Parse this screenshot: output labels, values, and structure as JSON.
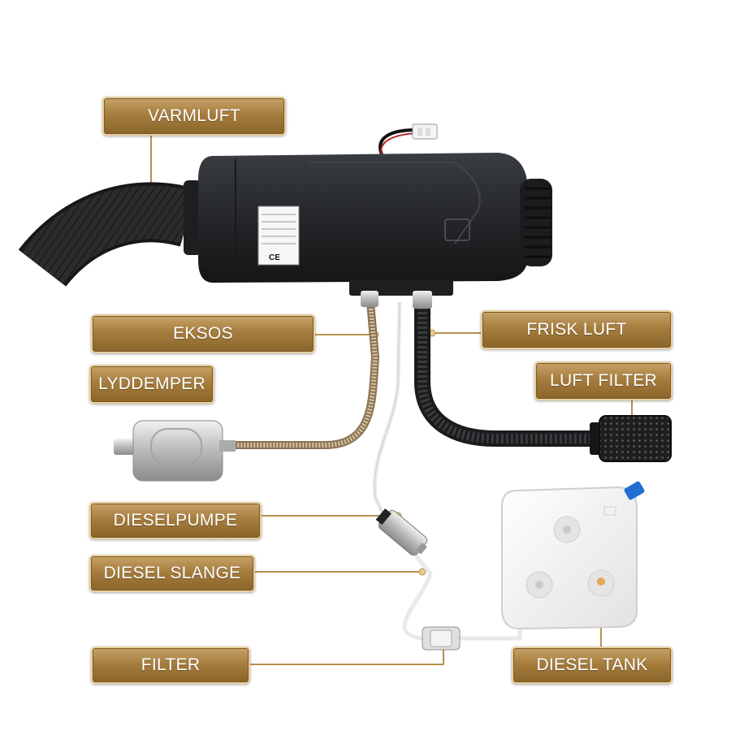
{
  "labels": {
    "varmluft": "VARMLUFT",
    "eksos": "EKSOS",
    "lyddemper": "LYDDEMPER",
    "frisk_luft": "FRISK LUFT",
    "luft_filter": "LUFT FILTER",
    "dieselpumpe": "DIESELPUMPE",
    "diesel_slange": "DIESEL SLANGE",
    "filter": "FILTER",
    "diesel_tank": "DIESEL TANK"
  },
  "nameplate": {
    "ce_mark": "CE"
  },
  "colors": {
    "label_gold": "#a67d3e",
    "label_border": "#e7cfa0",
    "leader_line": "#b8904f",
    "heater_body": "#26282b",
    "tank": "#f4f4f4",
    "tank_cap": "#1e6fd0"
  }
}
